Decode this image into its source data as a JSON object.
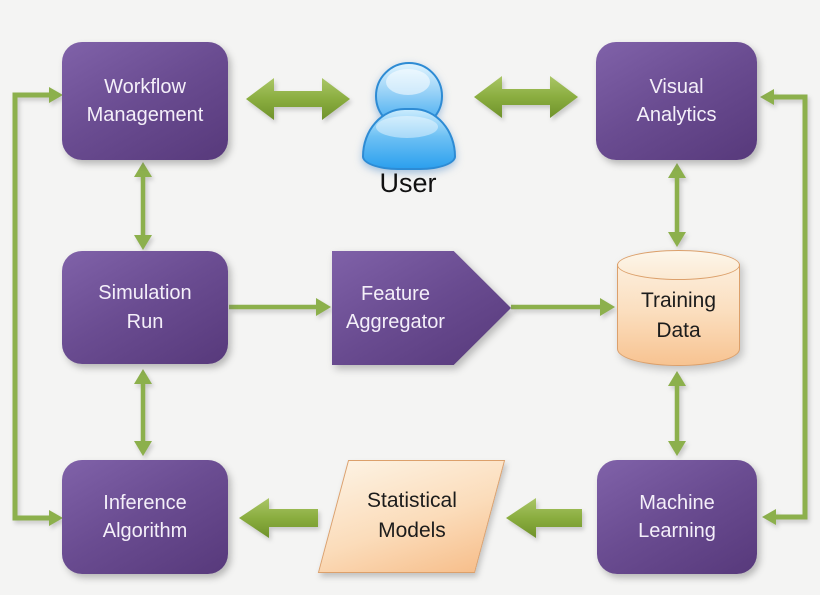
{
  "diagram": {
    "background_color": "#f4f4f3",
    "colors": {
      "node_purple_top": "#8062a9",
      "node_purple_bottom": "#57397b",
      "node_text_light": "#f4eff9",
      "orange_light": "#fdf2e2",
      "orange_deep": "#f7bf8c",
      "orange_border": "#dca06b",
      "arrow_green": "#8cb04c",
      "arrow_green_dark": "#6f922b",
      "user_blue": "#38a6ef",
      "text_dark": "#1c1c1c"
    },
    "nodes": {
      "workflow_management": {
        "label": "Workflow\nManagement",
        "shape": "rounded-rectangle",
        "fill": "purple"
      },
      "user": {
        "label": "User",
        "shape": "person-icon",
        "fill": "blue"
      },
      "visual_analytics": {
        "label": "Visual\nAnalytics",
        "shape": "rounded-rectangle",
        "fill": "purple"
      },
      "simulation_run": {
        "label": "Simulation\nRun",
        "shape": "rounded-rectangle",
        "fill": "purple"
      },
      "feature_aggregator": {
        "label": "Feature\nAggregator",
        "shape": "pentagon-arrow",
        "fill": "purple"
      },
      "training_data": {
        "label": "Training\nData",
        "shape": "cylinder",
        "fill": "orange"
      },
      "inference_algorithm": {
        "label": "Inference\nAlgorithm",
        "shape": "rounded-rectangle",
        "fill": "purple"
      },
      "statistical_models": {
        "label": "Statistical\nModels",
        "shape": "parallelogram",
        "fill": "orange"
      },
      "machine_learning": {
        "label": "Machine\nLearning",
        "shape": "rounded-rectangle",
        "fill": "purple"
      }
    },
    "edges": [
      {
        "from": "workflow_management",
        "to": "user",
        "style": "thick",
        "direction": "both"
      },
      {
        "from": "user",
        "to": "visual_analytics",
        "style": "thick",
        "direction": "both"
      },
      {
        "from": "workflow_management",
        "to": "simulation_run",
        "style": "thin",
        "direction": "both"
      },
      {
        "from": "visual_analytics",
        "to": "training_data",
        "style": "thin",
        "direction": "both"
      },
      {
        "from": "simulation_run",
        "to": "feature_aggregator",
        "style": "thin",
        "direction": "forward"
      },
      {
        "from": "feature_aggregator",
        "to": "training_data",
        "style": "thin",
        "direction": "forward"
      },
      {
        "from": "simulation_run",
        "to": "inference_algorithm",
        "style": "thin",
        "direction": "both"
      },
      {
        "from": "training_data",
        "to": "machine_learning",
        "style": "thin",
        "direction": "both"
      },
      {
        "from": "machine_learning",
        "to": "statistical_models",
        "style": "thick",
        "direction": "forward"
      },
      {
        "from": "statistical_models",
        "to": "inference_algorithm",
        "style": "thick",
        "direction": "forward"
      },
      {
        "from": "inference_algorithm",
        "to": "workflow_management",
        "style": "elbow-left-edge",
        "direction": "both"
      },
      {
        "from": "machine_learning",
        "to": "visual_analytics",
        "style": "elbow-right-edge",
        "direction": "both"
      }
    ]
  }
}
